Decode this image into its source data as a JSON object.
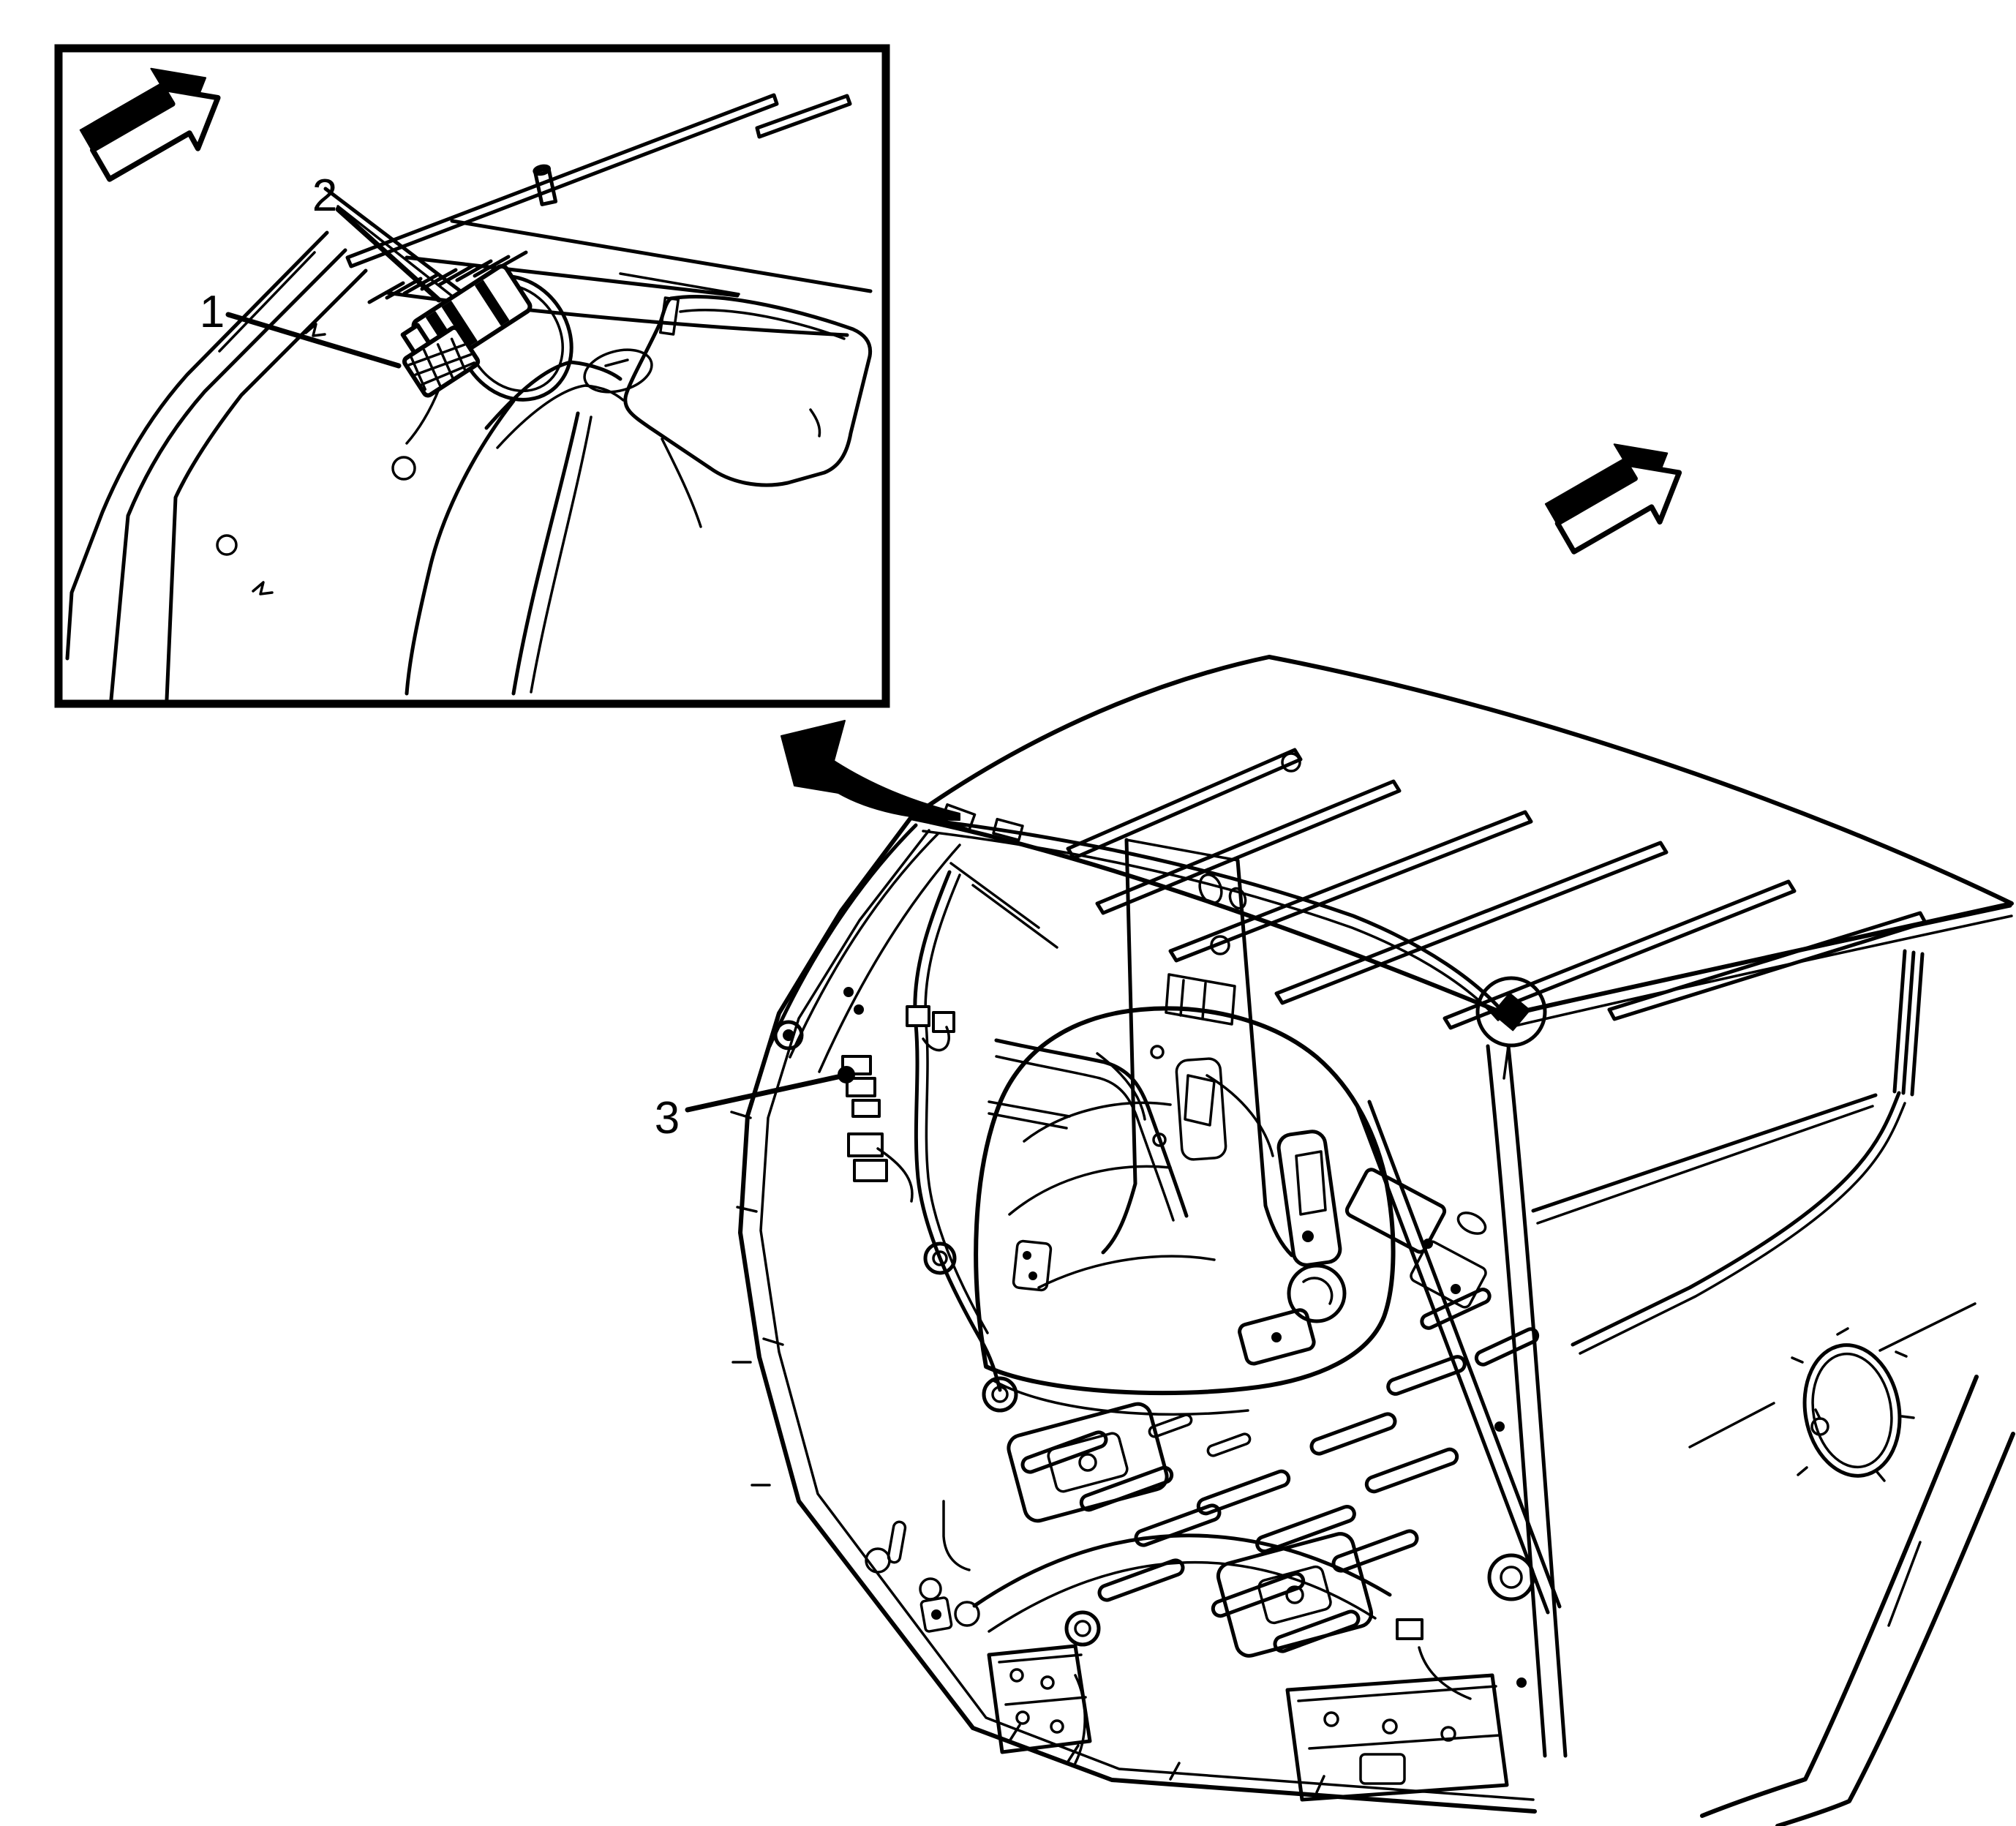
{
  "page": {
    "background_color": "#ffffff",
    "ink_color": "#000000",
    "figure_kind": "service-manual line illustration"
  },
  "callouts": [
    {
      "label": "1"
    },
    {
      "label": "2"
    },
    {
      "label": "3"
    }
  ],
  "icons": {
    "inset_direction_icon": "3d-block-arrow-up-right",
    "main_direction_icon": "3d-block-arrow-up-right",
    "inset_link_icon": "curved-arrow"
  }
}
